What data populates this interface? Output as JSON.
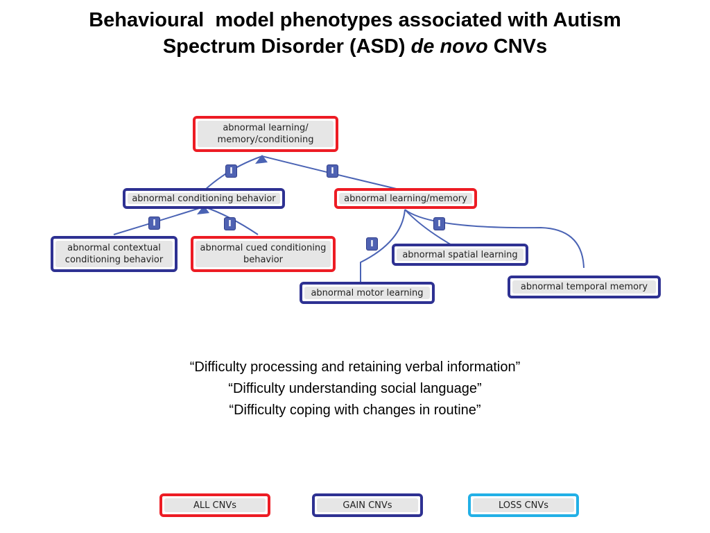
{
  "title": {
    "line1": "Behavioural  model phenotypes associated with Autism",
    "line2_prefix": "Spectrum Disorder (ASD) ",
    "line2_italic": "de novo",
    "line2_suffix": " CNVs"
  },
  "diagram": {
    "nodes": {
      "root": "abnormal learning/\nmemory/conditioning",
      "conditioning": "abnormal conditioning behavior",
      "learning_memory": "abnormal learning/memory",
      "contextual": "abnormal contextual\nconditioning behavior",
      "cued": "abnormal cued conditioning\nbehavior",
      "spatial": "abnormal spatial learning",
      "motor": "abnormal motor learning",
      "temporal": "abnormal temporal memory"
    },
    "badge_label": "I"
  },
  "quotes": [
    "“Difficulty processing and retaining verbal information”",
    "“Difficulty understanding social language”",
    "“Difficulty coping with changes in routine”"
  ],
  "legend": {
    "all": "ALL CNVs",
    "gain": "GAIN CNVs",
    "loss": "LOSS CNVs"
  },
  "colors": {
    "all_cnvs": "#ed1c24",
    "gain_cnvs": "#2e3192",
    "loss_cnvs": "#22b0e6",
    "connector": "#4a63b4",
    "badge": "#4f62b2"
  }
}
